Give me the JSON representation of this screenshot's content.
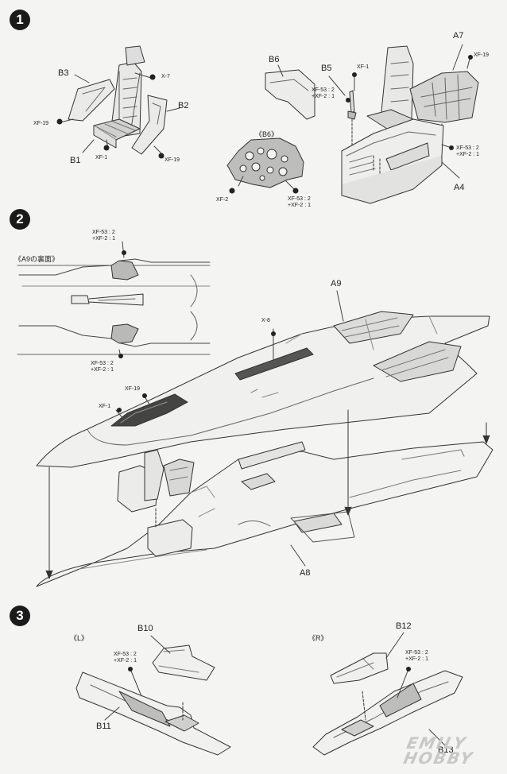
{
  "steps": [
    {
      "number": "1"
    },
    {
      "number": "2"
    },
    {
      "number": "3"
    }
  ],
  "parts": {
    "B1": "B1",
    "B2": "B2",
    "B3": "B3",
    "B5": "B5",
    "B6": "B6",
    "A4": "A4",
    "A7": "A7",
    "A8": "A8",
    "A9": "A9",
    "B10": "B10",
    "B11": "B11",
    "B12": "B12",
    "B13": "B13"
  },
  "views": {
    "b6_detail": "《B6》",
    "a9_underside": "《A9の裏面》",
    "left": "《L》",
    "right": "《R》"
  },
  "paints": {
    "x7": "X-7",
    "xf19": "XF-19",
    "xf1": "XF-1",
    "xf2": "XF-2",
    "x8": "X-8",
    "mix": "XF-53 : 2\n+XF-2 : 1"
  },
  "watermark": "EMILY\nHOBBY"
}
